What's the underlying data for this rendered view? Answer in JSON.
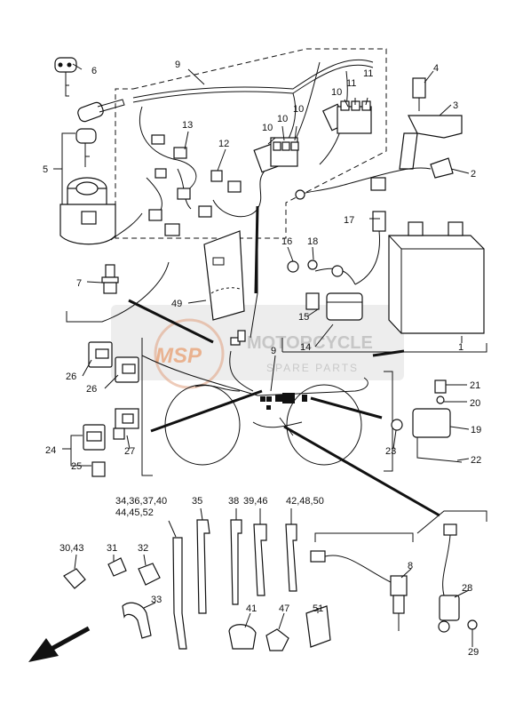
{
  "watermark": {
    "brand": "MSP",
    "line1": "MOTORCYCLE",
    "line2": "SPARE PARTS"
  },
  "callouts": {
    "p1": "1",
    "p2": "2",
    "p3": "3",
    "p4": "4",
    "p5": "5",
    "p6": "6",
    "p7": "7",
    "p8": "8",
    "p9a": "9",
    "p9b": "9",
    "p10a": "10",
    "p10b": "10",
    "p10c": "10",
    "p10d": "10",
    "p11a": "11",
    "p11b": "11",
    "p12": "12",
    "p13": "13",
    "p14": "14",
    "p15": "15",
    "p16": "16",
    "p17": "17",
    "p18": "18",
    "p19": "19",
    "p20": "20",
    "p21": "21",
    "p22": "22",
    "p23": "23",
    "p24": "24",
    "p25": "25",
    "p26a": "26",
    "p26b": "26",
    "p27": "27",
    "p28": "28",
    "p29": "29",
    "p30": "30,43",
    "p31": "31",
    "p32": "32",
    "p33": "33",
    "p34a": "34,36,37,40",
    "p34b": "44,45,52",
    "p35": "35",
    "p38": "38",
    "p39": "39,46",
    "p42": "42,48,50",
    "p41": "41",
    "p47": "47",
    "p49": "49",
    "p51": "51"
  },
  "icons": [
    "key-icon",
    "direction-arrow-icon"
  ]
}
